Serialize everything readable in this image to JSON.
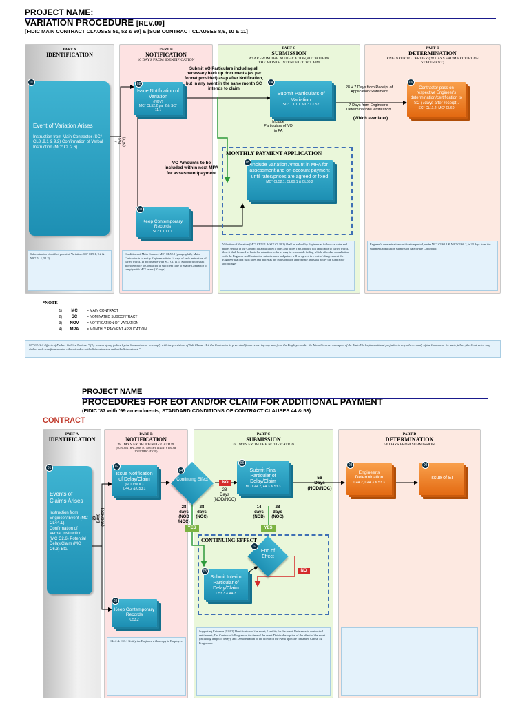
{
  "colors": {
    "teal": "#1d8fb3",
    "orange": "#e36a12",
    "rule": "#1a1a8c",
    "contract_red": "#c0392b"
  },
  "sec1": {
    "project": "PROJECT NAME:",
    "title": "VARIATION PROCEDURE",
    "rev": "[REV.00]",
    "clauses": "[FIDIC MAIN CONTRACT CLAUSES 51, 52 & 60] & [SUB CONTRACT CLAUSES 8,9, 10 & 11]",
    "partA": {
      "part": "PART A",
      "title": "IDENTIFICATION"
    },
    "partB": {
      "part": "PART B",
      "title": "NOTIFICATION",
      "sub": "10 DAYS FROM IDENTIFICATION"
    },
    "partC": {
      "part": "PART C",
      "title": "SUBMISSION",
      "sub": "ASAP FROM THE NOTIFICATION,BUT WITHIN THE MONTH INTENDED TO CLAIM"
    },
    "partD": {
      "part": "PART D",
      "title": "DETERMINATION",
      "sub": "ENGINEER TO CERTIFY (28 DAYS FROM RECEIPT OF STATEMENT)"
    },
    "b01": {
      "num": "01",
      "title": "Event of Variation Arises",
      "text": "Instruction from Main Contractor (SC° CL8 ,9.1 & 9.2) Confirmation of Verbal Instruction (MC° CL 2.6)"
    },
    "b02": {
      "num": "02",
      "title": "Issue Notification of Variation",
      "title_note": "(NOV)",
      "ref": "MC° CL52.2 par 2 & SC° 11.1"
    },
    "b03": {
      "num": "03",
      "title": "Keep Contemporary Records",
      "ref": "SC° CL11.1"
    },
    "b04": {
      "num": "04",
      "title": "Submit Particulars of Variation",
      "ref": "SC° CL10, MC° CL52"
    },
    "b05": {
      "num": "05",
      "title": "Include Variation Amount in MPA for assessment and on-account payment until rates/prices are agreed or fixed",
      "ref": "MC° CL52.1, CL60.1 & CL60.2"
    },
    "b06": {
      "num": "06",
      "title": "Contractor pass on respective Engineer's determination/certification to SC (7days after receipt).",
      "ref": "SC° CL11.2, MC° CL60"
    },
    "days7": "7\nDays\n(NOV)",
    "submit_vo": "Submit VO Particulars including all necessary back up documents (as per format provided) asap after Notification, but in any event in the same month SC intends to claim",
    "vo_amounts": "VO Amounts to be included within next MPA for assesment/payment",
    "include_pa": "Include Particulars of VO in PA",
    "days28": "28 + 7 Days from Receipt of Application/Statement",
    "days7b": "7 Days from Engineer's Determination/Certification",
    "whichever": "(Which ever later)",
    "mpa_title": "MONTHLY PAYMENT APPLICATION",
    "noteA": "Subcontractor identified potential Variation (SC° Cl.9.1, 9.2 & MC° 51.1, 51.2).",
    "noteB": "Conditions of Main Contract MC° CL52.2 (paragraph 2), Main Contractor is to notify Engineer within 14 days of each instruction of varied works. In accordance with SC° CL 11.1, Subcontractor shall provide notice to Contractor in sufficient time to enable Contractor to comply with MC° terms (10 days).",
    "noteC": "Valuation of Variation (MC° CL52.1 & SC° CL10.2) Shall be valued by Engineer as follows: at rates and prices set out in the Contract (if applicable) if rates and prices (in Contract) not applicable to varied works, then it shall be used as basis for valuation so far as may be reasonable failing which, after due consultation with the Engineer and Contractor, suitable rates and prices will be agreed in event of disagreement the Engineer shall fix such rates and prices as are in his opinion appropriate and shall notify the Contractor accordingly",
    "noteD": "Engineer's determination/certification period, under MC° CL60.1 & MC° CL60.2, is 28 days from the statement/application submission date by the Contractor.",
    "abbr_title": "*NOTE",
    "abbr": [
      {
        "n": "1)",
        "k": "MC",
        "v": "= MAIN CONTRACT"
      },
      {
        "n": "2)",
        "k": "SC",
        "v": "= NOMINATED SUBCONTRACT"
      },
      {
        "n": "3)",
        "k": "NOV",
        "v": "= NOTIFICATION OF VARIATION"
      },
      {
        "n": "4)",
        "k": "MPA",
        "v": "= MONTHLY PAYMENT APPLICATION"
      }
    ],
    "footer": "SC° CL11.3 Effects of Failure To Give Notices. \"If by reason of any failure by the Subcontractor to comply with the provisions of Sub-Clause 11.1 the Contractor is prevented from recovering any sum from the Employer under the Main Contract in respect of the Main Works, then without prejudice to any other remedy of the Contractor for such failure, the Contractor may deduct such sum from monies otherwise due to the Subcontractor under the Subcontract.\""
  },
  "sec2": {
    "project": "PROJECT NAME",
    "title": "PROCEDURES FOR EOT AND/OR CLAIM FOR ADDITIONAL PAYMENT",
    "clauses": "(FIDIC '87 with '99 amendments, STANDARD CONDITIONS OF CONTRACT CLAUSES 44 & 53)",
    "contract": "CONTRACT",
    "partA": {
      "part": "PART A",
      "title": "IDENTIFICATION"
    },
    "partB": {
      "part": "PART B",
      "title": "NOTIFICATION",
      "sub": "28 DAYS FROM IDENTIFICATION",
      "sub2": "(SUBCONTRACTOR TO NOTIFY 14 DAYS FROM IDENTIFICATION)"
    },
    "partC": {
      "part": "PART C",
      "title": "SUBMISSION",
      "sub": "28 DAYS FROM THE NOTIFICATION"
    },
    "partD": {
      "part": "PART D",
      "title": "DETERMINATION",
      "sub": "56 DAYS FROM SUBMISSION"
    },
    "c01": {
      "num": "01",
      "title": "Events of Claims Arises",
      "text": "Instruction from Engineer/ Event (MC CL44.1), Confirmation of Verbal Instruction (MC C2.6) Potential Delay/Claim (MC C6.3) Etc."
    },
    "c02": {
      "num": "02",
      "title": "Issue Notification of Delay/Claim",
      "sub": "(NOD/NOC)",
      "ref": "C44.2 & C53.1"
    },
    "c03": {
      "num": "03",
      "title": "Keep Contemporary Records",
      "ref": "C53.2"
    },
    "c04": {
      "num": "04",
      "title": "Continuing Effect"
    },
    "c05": {
      "num": "05",
      "title": "Submit Interim Particular of Delay/Claim",
      "ref": "C53.3 & 44.3"
    },
    "c06": {
      "num": "06",
      "title": "Submit Final Particular of Delay/Claim",
      "ref": "MC C44.2, 44.3 & 53.3"
    },
    "c07": {
      "num": "07",
      "title": "End of Effect"
    },
    "c08": {
      "num": "08",
      "title": "Engineer's Determination",
      "ref": "C44.2, C44.3 & 53.3"
    },
    "c09": {
      "num": "09",
      "title": "Issue of EI"
    },
    "d28a": "28\nDAYS\n(NOD/NOC)",
    "d28b": "28\ndays\n(NOD\n/NOC)",
    "d28c": "28\ndays\n(NOC)",
    "d28d": "28\nDays\n(NOD/NOC)",
    "d14": "14\ndays\n(NOD)",
    "d28e": "28\ndays\n(NOC)",
    "d56": "56\nDays\n(NOD/NOC)",
    "yes1": "YES",
    "yes2": "YES",
    "no1": "NO",
    "no2": "NO",
    "cont_title": "CONTINUING EFFECT",
    "noteB": "C44.2 & C53.1 Notify the Engineer with a copy to Employer.",
    "noteC": "Supporting Evidence (C44.2) Identification of the event; Liability for the event; Reference to contractual entitlement; The Contractor's Progress at the time of the event Details description of the effect of the event (including length of delay); and Demonstration of the effects of the event upon the consented Clause 14 Programme"
  }
}
